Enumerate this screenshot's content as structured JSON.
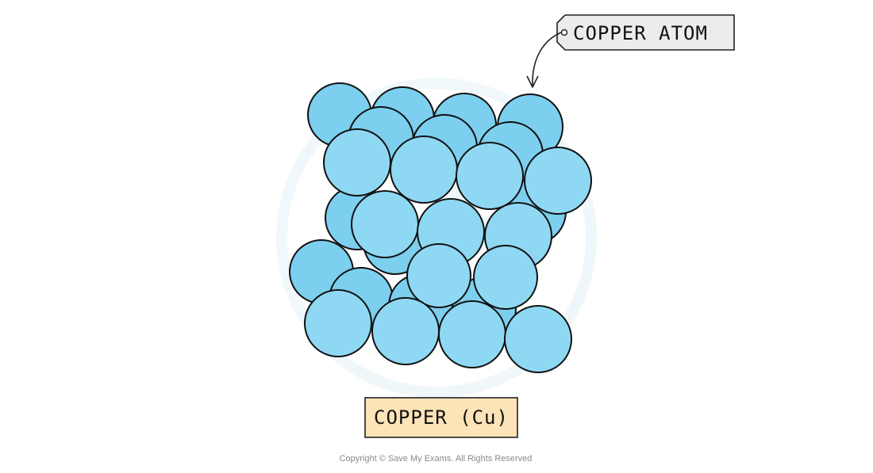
{
  "diagram": {
    "atom_label": "COPPER ATOM",
    "substance_label": "COPPER (Cu)",
    "copyright": "Copyright © Save My Exams. All Rights Reserved",
    "colors": {
      "atom_fill": "#8fd8f3",
      "atom_outline": "#111111",
      "tag_fill": "#ececec",
      "label_fill": "#fde3b8"
    },
    "atom_count": 30,
    "icons": [
      "arrow-pointer-icon",
      "watermark-logo-icon"
    ]
  }
}
